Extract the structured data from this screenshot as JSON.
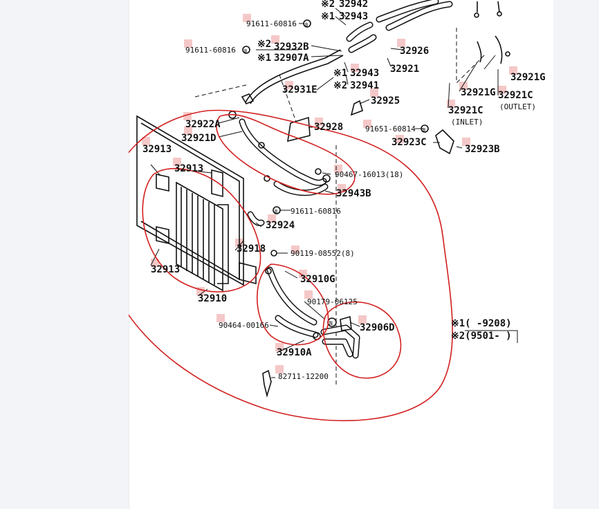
{
  "labels": {
    "p91611_60816_top": "91611-60816",
    "p91611_60816_mid": "91611-60816",
    "p91611_60816_low": "91611-60816",
    "p32942": "32942",
    "p32943_top": "32943",
    "p32932B": "32932B",
    "p32907A": "32907A",
    "p32926": "32926",
    "p32921": "32921",
    "p32943_mid": "32943",
    "p32941": "32941",
    "p32931E": "32931E",
    "p32925": "32925",
    "p32921G_a": "32921G",
    "p32921G_b": "32921G",
    "p32921C_a": "32921C",
    "p32921C_b": "32921C",
    "outlet": "(OUTLET)",
    "inlet": "(INLET)",
    "p32922A": "32922A",
    "p32921D": "32921D",
    "p32928": "32928",
    "p91651_60814": "91651-60814",
    "p32923C": "32923C",
    "p32923B": "32923B",
    "p32913_a": "32913",
    "p32913_b": "32913",
    "p32913_c": "32913",
    "p90467": "90467-16013(18)",
    "p32943B": "32943B",
    "p32924": "32924",
    "p32918": "32918",
    "p90119": "90119-08552(8)",
    "p32910G": "32910G",
    "p32910": "32910",
    "p90179": "90179-06125",
    "p32906D": "32906D",
    "p90464": "90464-00166",
    "p32910A": "32910A",
    "p82711": "82711-12200",
    "note1": "※1(     -9208)",
    "note2": "※2(9501-     )",
    "star2a": "※2",
    "star1a": "※1",
    "star2b": "※2",
    "star1b": "※1",
    "star1c": "※1",
    "star2c": "※2",
    "b1": "B",
    "b2": "B",
    "b3": "B",
    "b4": "B",
    "n1": "N"
  },
  "colors": {
    "annotation_red": "#d21f1f",
    "line": "#111111",
    "marker": "#f2b6b6"
  }
}
